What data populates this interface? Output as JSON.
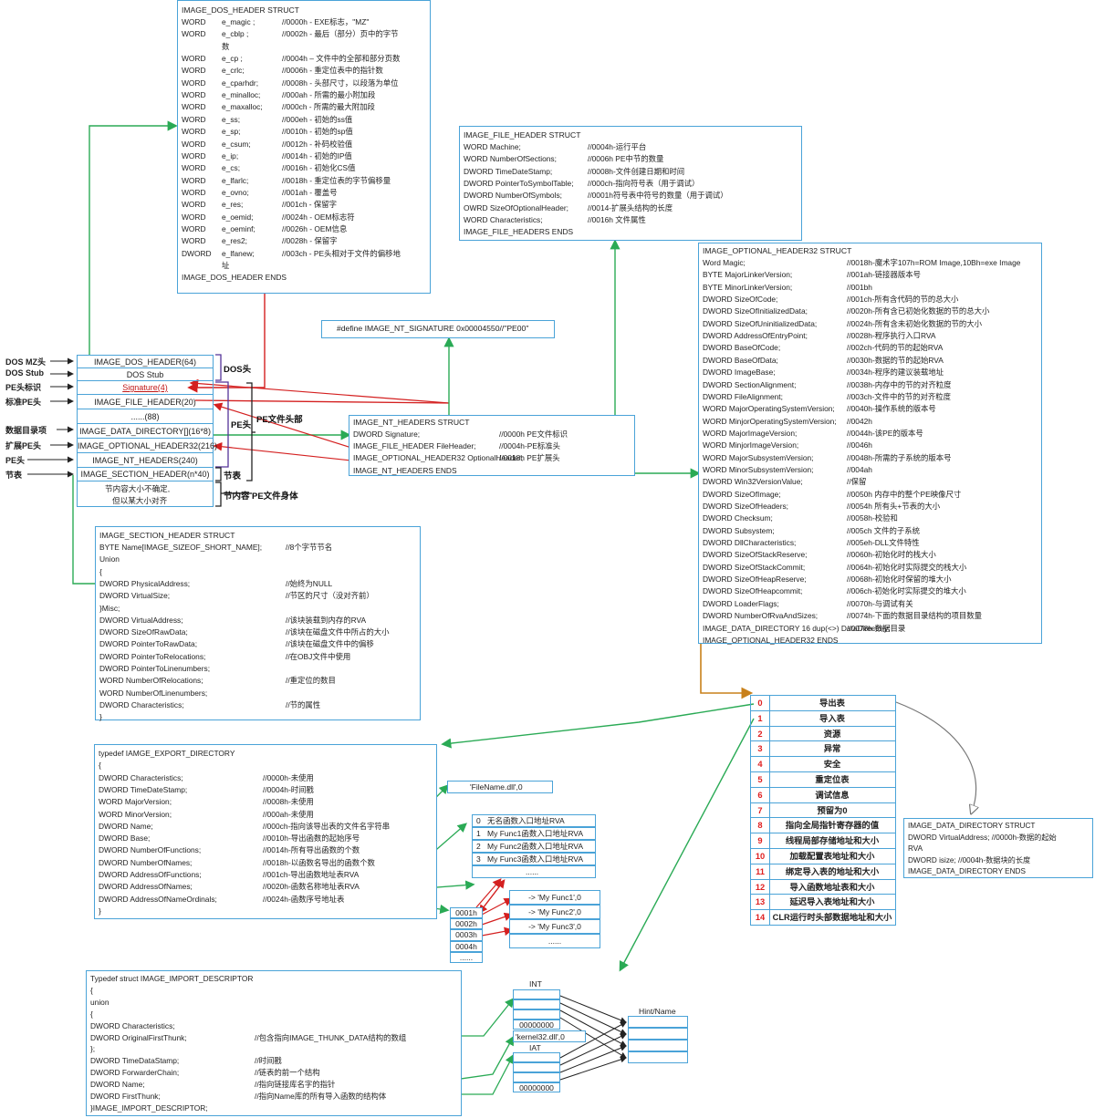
{
  "dos_header": {
    "title": "IMAGE_DOS_HEADER   STRUCT",
    "rows": [
      [
        "WORD",
        "e_magic ;",
        "//0000h - EXE标志，\"MZ\""
      ],
      [
        "WORD",
        "e_cblp ;",
        "//0002h - 最后（部分）页中的字节"
      ],
      [
        "",
        "数",
        ""
      ],
      [
        "WORD",
        "e_cp ;",
        "//0004h – 文件中的全部和部分页数"
      ],
      [
        "WORD",
        "e_crlc;",
        "//0006h - 重定位表中的指针数"
      ],
      [
        "WORD",
        "e_cparhdr;",
        "//0008h - 头部尺寸，以段落为单位"
      ],
      [
        "WORD",
        "e_minalloc;",
        "//000ah - 所需的最小附加段"
      ],
      [
        "WORD",
        "e_maxalloc;",
        "//000ch - 所需的最大附加段"
      ],
      [
        "WORD",
        "e_ss;",
        "//000eh - 初始的ss值"
      ],
      [
        "WORD",
        "e_sp;",
        "//0010h - 初始的sp值"
      ],
      [
        "WORD",
        "e_csum;",
        "//0012h - 补码校验值"
      ],
      [
        "WORD",
        "e_ip;",
        "//0014h - 初始的IP值"
      ],
      [
        "WORD",
        "e_cs;",
        "//0016h - 初始化CS值"
      ],
      [
        "WORD",
        "e_lfarlc;",
        "//0018h - 重定位表的字节偏移量"
      ],
      [
        "WORD",
        "e_ovno;",
        "//001ah - 覆盖号"
      ],
      [
        "WORD",
        "e_res;",
        "//001ch - 保留字"
      ],
      [
        "WORD",
        "e_oemid;",
        "//0024h - OEM标志符"
      ],
      [
        "WORD",
        "e_oeminf;",
        "//0026h - OEM信息"
      ],
      [
        "WORD",
        "e_res2;",
        "//0028h - 保留字"
      ],
      [
        "DWORD",
        "e_lfanew;",
        "//003ch - PE头相对于文件的偏移地"
      ],
      [
        "",
        "址",
        ""
      ],
      [
        "IMAGE_DOS_HEADER ENDS",
        "",
        ""
      ]
    ]
  },
  "file_header": {
    "title": "IMAGE_FILE_HEADER STRUCT",
    "rows": [
      [
        "WORD Machine;",
        "//0004h-运行平台"
      ],
      [
        "WORD NumberOfSections;",
        "//0006h PE中节的数量"
      ],
      [
        "DWORD TimeDateStamp;",
        "//0008h-文件创建日期和时间"
      ],
      [
        "DWORD PointerToSymbolTable;",
        "//000ch-指向符号表（用于调试）"
      ],
      [
        "DWORD NumberOfSymbols;",
        "//0001h符号表中符号的数量（用于调试）"
      ],
      [
        "OWRD SizeOfOptionalHeader;",
        "//0014-扩展头结构的长度"
      ],
      [
        "WORD Characteristics;",
        "//0016h 文件属性"
      ],
      [
        "IMAGE_FILE_HEADERS ENDS",
        ""
      ]
    ]
  },
  "nt_signature": "#define IMAGE_NT_SIGNATURE  0x00004550//\"PE00\"",
  "nt_headers": {
    "title": "IMAGE_NT_HEADERS STRUCT",
    "rows": [
      [
        "DWORD    Signature;",
        "//0000h PE文件标识"
      ],
      [
        "IMAGE_FILE_HEADER FileHeader;",
        "//0004h-PE标准头"
      ],
      [
        "IMAGE_OPTIONAL_HEADER32     OptionalHeader;",
        "//0018h PE扩展头"
      ],
      [
        "IMAGE_NT_HEADERS ENDS",
        ""
      ]
    ]
  },
  "optional_header": {
    "title": "IMAGE_OPTIONAL_HEADER32 STRUCT",
    "rows": [
      [
        "Word Magic;",
        "//0018h-魔术字107h=ROM Image,10Bh=exe Image"
      ],
      [
        "BYTE MajorLinkerVersion;",
        "//001ah-链接器版本号"
      ],
      [
        "BYTE MinorLinkerVersion;",
        "//001bh"
      ],
      [
        "DWORD SizeOfCode;",
        "//001ch-所有含代码的节的总大小"
      ],
      [
        "DWORD SizeOfInitializedData;",
        "//0020h-所有含已初始化数据的节的总大小"
      ],
      [
        "DWORD SizeOfUninitializedData;",
        "//0024h-所有含未初始化数据的节的大小"
      ],
      [
        "DWORD AddressOfEntryPoint;",
        "//0028h-程序执行入口RVA"
      ],
      [
        "DWORD BaseOfCode;",
        "//002ch-代码的节的起始RVA"
      ],
      [
        "DWORD BaseOfData;",
        "//0030h-数据的节的起始RVA"
      ],
      [
        "DWORD ImageBase;",
        "//0034h-程序的建议装载地址"
      ],
      [
        "DWORD SectionAlignment;",
        "//0038h-内存中的节的对齐粒度"
      ],
      [
        "DWORD FileAlignment;",
        "//003ch-文件中的节的对齐粒度"
      ],
      [
        "WORD MajorOperatingSystemVersion;",
        "//0040h-操作系统的版本号"
      ],
      [
        "WORD MinjorOperatingSystemVersion;",
        "//0042h"
      ],
      [
        "WORD MajorImageVersion;",
        "//0044h-该PE的版本号"
      ],
      [
        "WORD MinjorImageVersion;",
        "//0046h"
      ],
      [
        "WORD MajorSubsystemVersion;",
        "//0048h-所需的子系统的版本号"
      ],
      [
        "WORD MinorSubsystemVersion;",
        "//004ah"
      ],
      [
        "DWORD Win32VersionValue;",
        "//保留"
      ],
      [
        "DWORD SizeOfImage;",
        "//0050h 内存中的整个PE映像尺寸"
      ],
      [
        "DWORD SizeOfHeaders;",
        "//0054h 所有头+节表的大小"
      ],
      [
        "DWORD Checksum;",
        "//0058h-校验和"
      ],
      [
        "DWORD Subsystem;",
        "//005ch 文件的子系统"
      ],
      [
        "DWORD DllCharacteristics;",
        "//005eh-DLL文件特性"
      ],
      [
        "DWORD SizeOfStackReserve;",
        "//0060h-初始化时的栈大小"
      ],
      [
        "DWORD SizeOfStackCommit;",
        "//0064h-初始化时实际提交的栈大小"
      ],
      [
        "DWORD SizeOfHeapReserve;",
        "//0068h-初始化时保留的堆大小"
      ],
      [
        "DWORD SizeOfHeapcommit;",
        "//006ch-初始化时实际提交的堆大小"
      ],
      [
        "DWORD LoaderFlags;",
        "//0070h-与调试有关"
      ],
      [
        "DWORD NumberOfRvaAndSizes;",
        "//0074h-下面的数据目录结构的项目数量"
      ],
      [
        "IMAGE_DATA_DIRECTORY 16 dup(<>) DataDirectory;",
        "//0078h-数据目录"
      ],
      [
        "IMAGE_OPTIONAL_HEADER32 ENDS",
        ""
      ]
    ]
  },
  "section_header": {
    "title": "IMAGE_SECTION_HEADER STRUCT",
    "rows": [
      [
        "BYTE Name[IMAGE_SIZEOF_SHORT_NAME];",
        "//8个字节节名"
      ],
      [
        "Union",
        ""
      ],
      [
        "{",
        ""
      ],
      [
        "        DWORD PhysicalAddress;",
        "//始终为NULL"
      ],
      [
        "        DWORD VirtualSize;",
        "//节区的尺寸（没对齐前）"
      ],
      [
        "}Misc;",
        ""
      ],
      [
        "DWORD VirtualAddress;",
        "//该块装载到内存的RVA"
      ],
      [
        "DWORD SizeOfRawData;",
        "//该块在磁盘文件中所占的大小"
      ],
      [
        "DWORD PointerToRawData;",
        "//该块在磁盘文件中的偏移"
      ],
      [
        "DWORD PointerToRelocations;",
        "//在OBJ文件中使用"
      ],
      [
        "DWORD PointerToLinenumbers;",
        ""
      ],
      [
        "WORD NumberOfRelocations;",
        "//重定位的数目"
      ],
      [
        "WORD NumberOfLinenumbers;",
        ""
      ],
      [
        "DWORD Characteristics;",
        "//节的属性"
      ],
      [
        "}",
        ""
      ]
    ]
  },
  "pe_layout": {
    "rows": [
      "IMAGE_DOS_HEADER(64)",
      "DOS Stub",
      "Signature(4)",
      "IMAGE_FILE_HEADER(20)",
      "......(88)",
      "IMAGE_DATA_DIRECTORY[](16*8)",
      "IMAGE_OPTIONAL_HEADER32(216)",
      "IMAGE_NT_HEADERS(240)",
      "IMAGE_SECTION_HEADER(n*40)"
    ],
    "section_content_1": "节内容大小不确定,",
    "section_content_2": "但以某大小对齐",
    "left_labels": [
      "DOS MZ头",
      "DOS Stub",
      "PE头标识",
      "标准PE头",
      "数据目录项",
      "扩展PE头",
      "PE头",
      "节表"
    ],
    "brace_labels": {
      "dos": "DOS头",
      "pe": "PE头",
      "pe_file_header": "PE文件头部",
      "section_table": "节表",
      "section_content": "节内容",
      "pe_body": "PE文件身体"
    }
  },
  "data_directory": {
    "items": [
      [
        "0",
        "导出表"
      ],
      [
        "1",
        "导入表"
      ],
      [
        "2",
        "资源"
      ],
      [
        "3",
        "异常"
      ],
      [
        "4",
        "安全"
      ],
      [
        "5",
        "重定位表"
      ],
      [
        "6",
        "调试信息"
      ],
      [
        "7",
        "预留为0"
      ],
      [
        "8",
        "指向全局指针寄存器的值"
      ],
      [
        "9",
        "线程局部存储地址和大小"
      ],
      [
        "10",
        "加载配置表地址和大小"
      ],
      [
        "11",
        "绑定导入表的地址和大小"
      ],
      [
        "12",
        "导入函数地址表和大小"
      ],
      [
        "13",
        "延迟导入表地址和大小"
      ],
      [
        "14",
        "CLR运行时头部数据地址和大小"
      ]
    ]
  },
  "data_directory_struct": {
    "rows": [
      "IMAGE_DATA_DIRECTORY STRUCT",
      "DWORD VirtualAddress;      //0000h-数据的起始",
      "RVA",
      "DWORD isize;              //0004h-数据块的长度",
      "IMAGE_DATA_DIRECTORY ENDS"
    ]
  },
  "export_directory": {
    "rows": [
      [
        "typedef IAMGE_EXPORT_DIRECTORY",
        ""
      ],
      [
        "{",
        ""
      ],
      [
        "        DWORD Characteristics;",
        "//0000h-未使用"
      ],
      [
        "        DWORD TimeDateStamp;",
        "//0004h-时间戳"
      ],
      [
        "        WORD MajorVersion;",
        "//0008h-未使用"
      ],
      [
        "        WORD MinorVersion;",
        "//000ah-未使用"
      ],
      [
        "        DWORD Name;",
        "//000ch-指向该导出表的文件名字符串"
      ],
      [
        "        DWORD Base;",
        "//0010h-导出函数的起始序号"
      ],
      [
        "        DWORD NumberOfFunctions;",
        "//0014h-所有导出函数的个数"
      ],
      [
        "        DWORD NumberOfNames;",
        "//0018h-以函数名导出的函数个数"
      ],
      [
        "        DWORD AddressOfFunctions;",
        "//001ch-导出函数地址表RVA"
      ],
      [
        "        DWORD AddressOfNames;",
        "//0020h-函数名称地址表RVA"
      ],
      [
        "        DWORD AddressOfNameOrdinals;",
        "//0024h-函数序号地址表"
      ],
      [
        "}",
        ""
      ]
    ]
  },
  "export_filename": "'FileName.dll',0",
  "eat": {
    "rows": [
      [
        "0",
        "无名函数入口地址RVA"
      ],
      [
        "1",
        "My Func1函数入口地址RVA"
      ],
      [
        "2",
        "My Func2函数入口地址RVA"
      ],
      [
        "3",
        "My Func3函数入口地址RVA"
      ],
      [
        "",
        "......"
      ]
    ]
  },
  "name_table": [
    "-> 'My Func1',0",
    "-> 'My Func2',0",
    "-> 'My Func3',0",
    "......"
  ],
  "ordinal_table": [
    "0001h",
    "0002h",
    "0003h",
    "0004h",
    "......"
  ],
  "import_descriptor": {
    "rows": [
      [
        "Typedef struct    IMAGE_IMPORT_DESCRIPTOR",
        ""
      ],
      [
        "{",
        ""
      ],
      [
        "        union",
        ""
      ],
      [
        "        {",
        ""
      ],
      [
        "                DWORD Characteristics;",
        ""
      ],
      [
        "                DWORD OriginalFirstThunk;",
        "//包含指向IMAGE_THUNK_DATA结构的数组"
      ],
      [
        "        };",
        ""
      ],
      [
        "        DWORD TimeDataStamp;",
        "//时间戳"
      ],
      [
        "        DWORD ForwarderChain;",
        "//链表的前一个结构"
      ],
      [
        "        DWORD Name;",
        "//指向链接库名字的指针"
      ],
      [
        "        DWORD FirstThunk;",
        "//指向Name库的所有导入函数的结构体"
      ],
      [
        "}IMAGE_IMPORT_DESCRIPTOR;",
        ""
      ]
    ]
  },
  "int_label": "INT",
  "iat_label": "IAT",
  "int_end": "00000000",
  "iat_end": "00000000",
  "dll_name": "'kernel32.dll',0",
  "hint_name_label": "Hint/Name",
  "colors": {
    "box": "#4aa3d8",
    "green": "#2aaa55",
    "red": "#d42020",
    "orange": "#c8801a",
    "purple": "#553399",
    "index_red": "#e02020"
  }
}
